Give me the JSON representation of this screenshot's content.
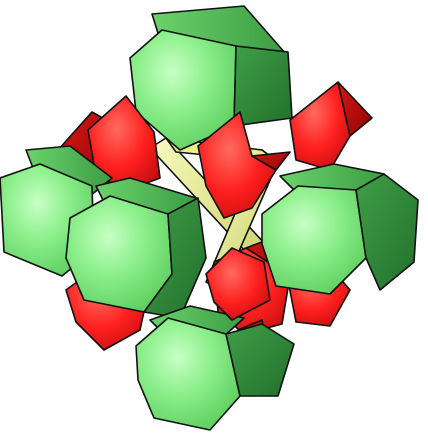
{
  "scene": {
    "background": "#ffffff",
    "colors": {
      "green_light": "#8ff08e",
      "green_mid": "#54bd55",
      "green_dark": "#2f8a3a",
      "red_light": "#ff2a2a",
      "red_dark": "#b50c0c",
      "yellow_light": "#f4f7a8",
      "yellow_dark": "#b9bf52"
    },
    "parts": {
      "green_cells": 5,
      "red_cells": 8,
      "yellow_frame_bars": 2
    }
  }
}
